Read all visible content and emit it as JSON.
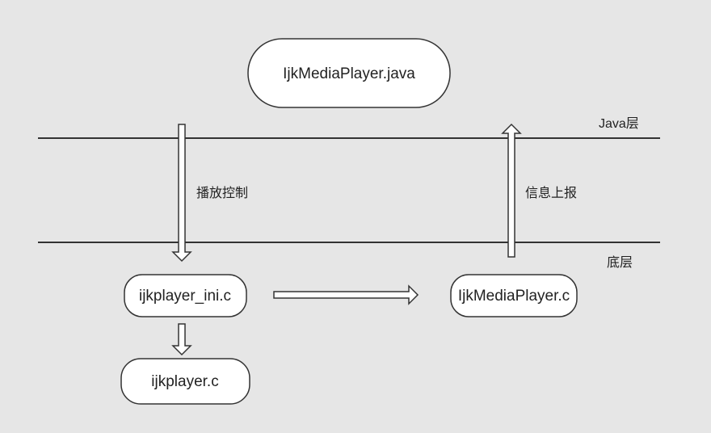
{
  "diagram": {
    "layers": {
      "java": "Java层",
      "native": "底层"
    },
    "nodes": {
      "java_player": "IjkMediaPlayer.java",
      "jni": "ijkplayer_ini.c",
      "core": "ijkplayer.c",
      "native_player": "IjkMediaPlayer.c"
    },
    "edges": {
      "control": "播放控制",
      "report": "信息上报"
    }
  },
  "colors": {
    "background": "#e6e6e6",
    "node_fill": "#ffffff",
    "stroke": "#333333"
  }
}
